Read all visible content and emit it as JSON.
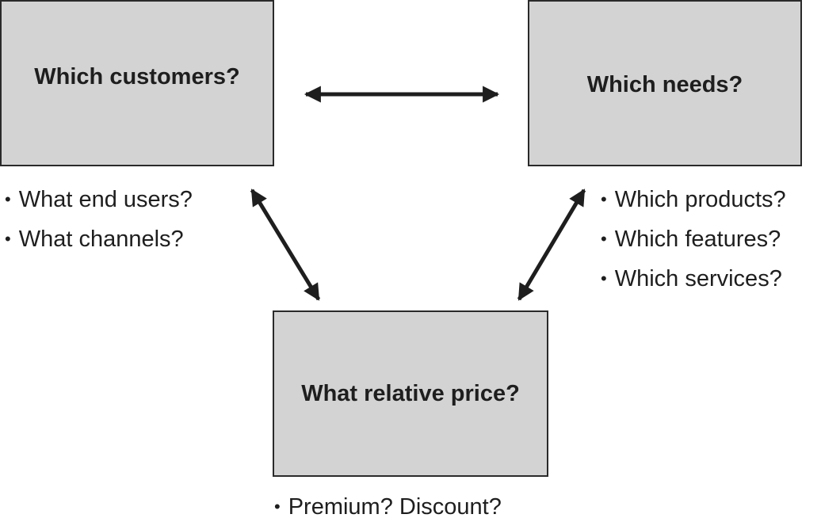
{
  "boxes": {
    "customers": {
      "title": "Which customers?"
    },
    "needs": {
      "title": "Which needs?"
    },
    "price": {
      "title": "What relative price?"
    }
  },
  "bullets": {
    "customers": [
      "What end users?",
      "What channels?"
    ],
    "needs": [
      "Which products?",
      "Which features?",
      "Which services?"
    ],
    "price": [
      "Premium? Discount?"
    ]
  },
  "bullet_glyph": "•",
  "colors": {
    "box_fill": "#d3d3d3",
    "box_border": "#2a2a2a",
    "arrow": "#1e1e1e",
    "text": "#1e1e1e"
  }
}
